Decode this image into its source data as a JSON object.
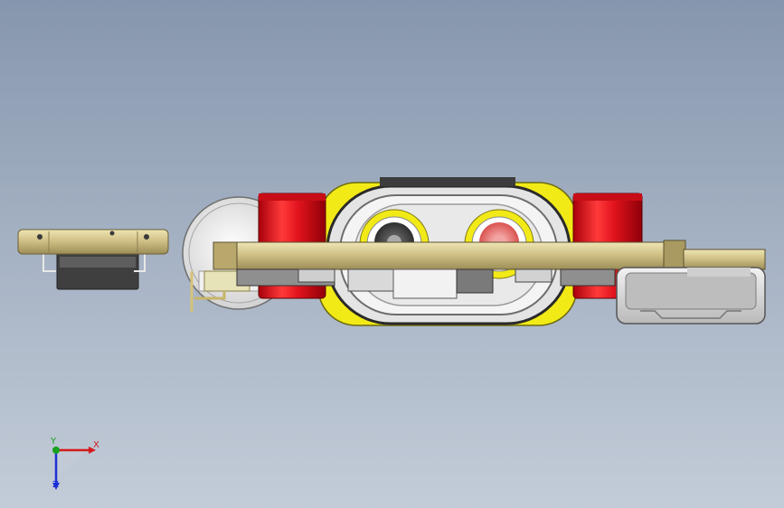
{
  "viewport": {
    "background_top": "#8696ad",
    "background_bottom": "#c3ccd8"
  },
  "parts": {
    "left_connector": {
      "body_color": "#d8cf96",
      "socket_color": "#4a4a4a"
    },
    "battery_holder": {
      "color": "#ececec"
    },
    "wheels": {
      "color": "#e0121c"
    },
    "yellow_shell": {
      "color": "#f2ea16"
    },
    "main_board": {
      "color": "#cdbd82"
    },
    "usb_connector": {
      "color": "#dcdcdc"
    }
  },
  "triad": {
    "x_label": "X",
    "y_label": "Y",
    "z_label": "Z",
    "x_color": "#d21a1a",
    "y_color": "#16a11e",
    "z_color": "#1f2fd6"
  }
}
